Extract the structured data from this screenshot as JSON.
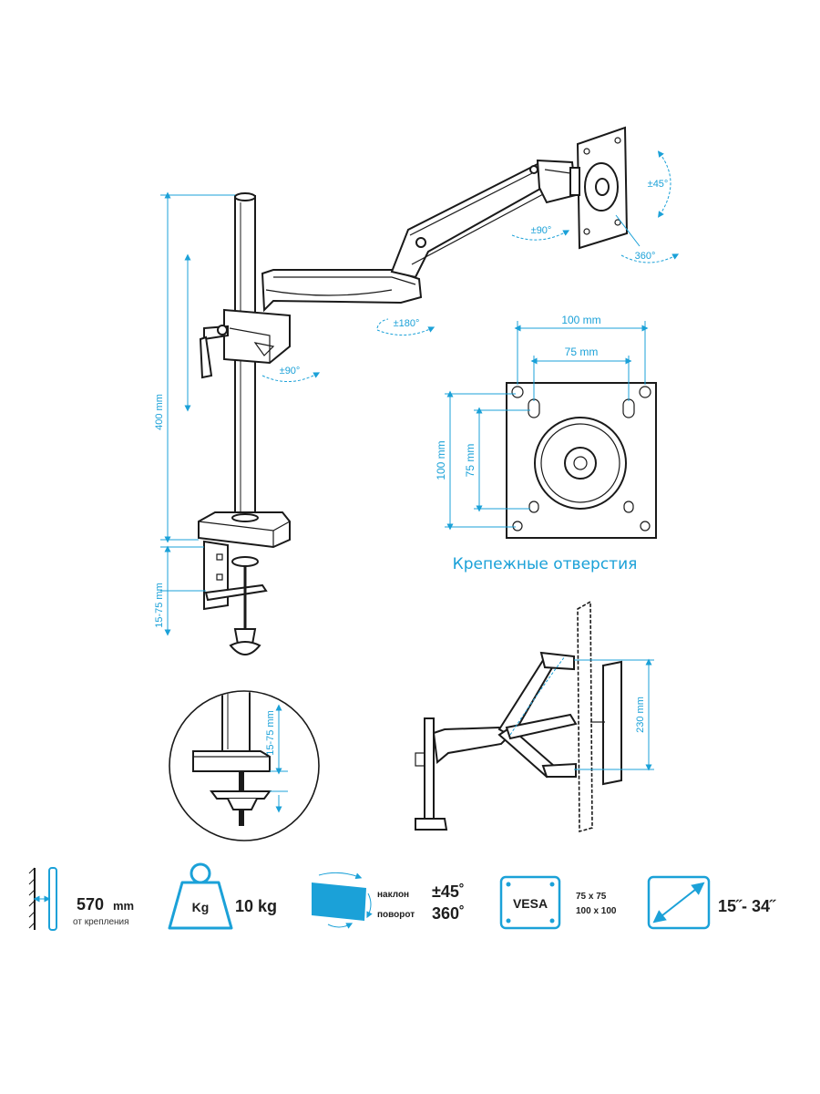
{
  "main_view": {
    "height_dim": "400 mm",
    "clamp_dim": "15-75 mm",
    "arm_rotation": "±180°",
    "pole_rotation": "±90°",
    "head_rotation": "±90°",
    "tilt": "±45°",
    "rotate": "360°"
  },
  "vesa_plate": {
    "outer_w": "100 mm",
    "inner_w": "75 mm",
    "outer_h": "100 mm",
    "inner_h": "75 mm",
    "caption": "Крепежные отверстия"
  },
  "clamp_detail": {
    "dim": "15-75 mm"
  },
  "side_view": {
    "dim": "230 mm"
  },
  "specs": {
    "reach_value": "570",
    "reach_unit": "mm",
    "reach_note": "от крепления",
    "weight_icon": "Kg",
    "weight_value": "10 kg",
    "tilt_label": "наклон",
    "tilt_value": "±45˚",
    "rotate_label": "поворот",
    "rotate_value": "360˚",
    "vesa_icon": "VESA",
    "vesa_line1": "75 x 75",
    "vesa_line2": "100 x 100",
    "size_value": "15˝- 34˝"
  },
  "colors": {
    "accent": "#1ba1d8",
    "ink": "#1a1a1a"
  }
}
